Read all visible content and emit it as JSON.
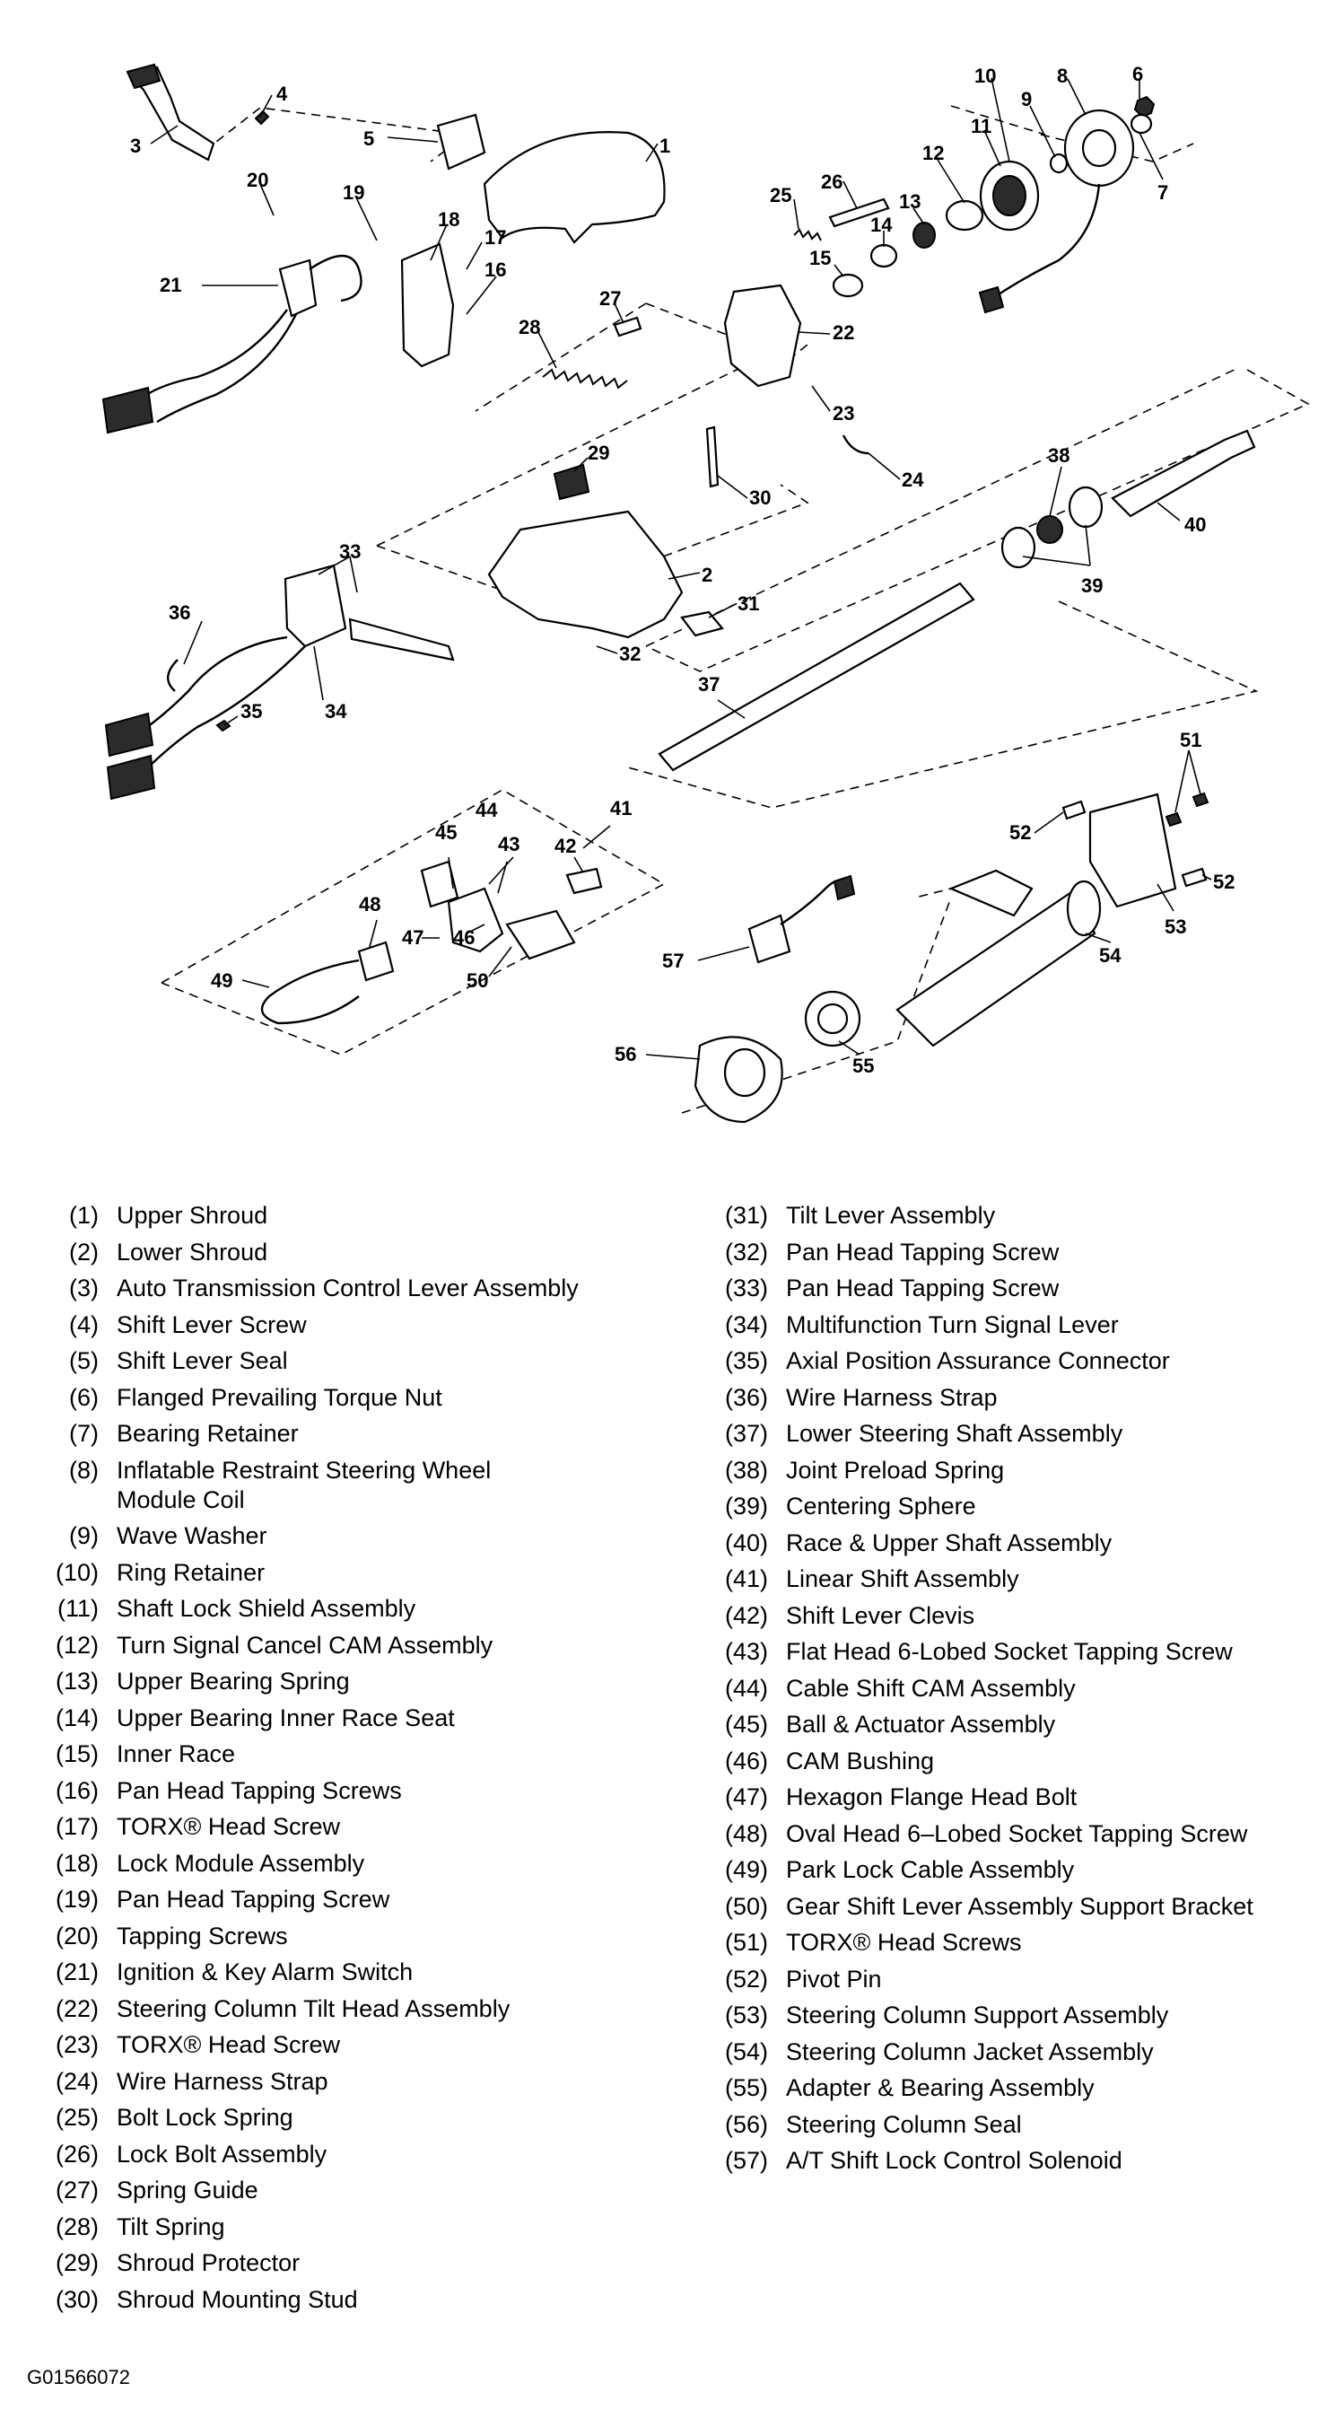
{
  "figure_code": "G01566072",
  "callouts": [
    "1",
    "2",
    "3",
    "4",
    "5",
    "6",
    "7",
    "8",
    "9",
    "10",
    "11",
    "12",
    "13",
    "14",
    "15",
    "16",
    "17",
    "18",
    "19",
    "20",
    "21",
    "22",
    "23",
    "24",
    "25",
    "26",
    "27",
    "28",
    "29",
    "30",
    "31",
    "32",
    "33",
    "34",
    "35",
    "36",
    "37",
    "38",
    "39",
    "40",
    "41",
    "42",
    "43",
    "44",
    "45",
    "46",
    "47",
    "48",
    "49",
    "50",
    "51",
    "52",
    "52",
    "53",
    "54",
    "55",
    "56",
    "57"
  ],
  "legend": {
    "left": [
      {
        "num": "(1)",
        "label": "Upper Shroud"
      },
      {
        "num": "(2)",
        "label": "Lower Shroud"
      },
      {
        "num": "(3)",
        "label": "Auto Transmission Control Lever Assembly"
      },
      {
        "num": "(4)",
        "label": "Shift Lever Screw"
      },
      {
        "num": "(5)",
        "label": "Shift Lever Seal"
      },
      {
        "num": "(6)",
        "label": "Flanged Prevailing Torque Nut"
      },
      {
        "num": "(7)",
        "label": "Bearing Retainer"
      },
      {
        "num": "(8)",
        "label": "Inflatable Restraint Steering Wheel\nModule Coil"
      },
      {
        "num": "(9)",
        "label": "Wave Washer"
      },
      {
        "num": "(10)",
        "label": "Ring Retainer"
      },
      {
        "num": "(11)",
        "label": "Shaft Lock Shield Assembly"
      },
      {
        "num": "(12)",
        "label": "Turn Signal Cancel CAM Assembly"
      },
      {
        "num": "(13)",
        "label": "Upper Bearing Spring"
      },
      {
        "num": "(14)",
        "label": "Upper Bearing Inner Race Seat"
      },
      {
        "num": "(15)",
        "label": "Inner Race"
      },
      {
        "num": "(16)",
        "label": "Pan Head Tapping Screws"
      },
      {
        "num": "(17)",
        "label": "TORX® Head Screw"
      },
      {
        "num": "(18)",
        "label": "Lock Module Assembly"
      },
      {
        "num": "(19)",
        "label": "Pan Head Tapping Screw"
      },
      {
        "num": "(20)",
        "label": "Tapping Screws"
      },
      {
        "num": "(21)",
        "label": "Ignition & Key Alarm Switch"
      },
      {
        "num": "(22)",
        "label": "Steering Column Tilt Head Assembly"
      },
      {
        "num": "(23)",
        "label": "TORX® Head Screw"
      },
      {
        "num": "(24)",
        "label": "Wire Harness Strap"
      },
      {
        "num": "(25)",
        "label": "Bolt Lock Spring"
      },
      {
        "num": "(26)",
        "label": "Lock Bolt Assembly"
      },
      {
        "num": "(27)",
        "label": "Spring Guide"
      },
      {
        "num": "(28)",
        "label": "Tilt Spring"
      },
      {
        "num": "(29)",
        "label": "Shroud Protector"
      },
      {
        "num": "(30)",
        "label": "Shroud Mounting Stud"
      }
    ],
    "right": [
      {
        "num": "(31)",
        "label": "Tilt Lever Assembly"
      },
      {
        "num": "(32)",
        "label": "Pan Head Tapping Screw"
      },
      {
        "num": "(33)",
        "label": "Pan Head Tapping Screw"
      },
      {
        "num": "(34)",
        "label": "Multifunction Turn Signal Lever"
      },
      {
        "num": "(35)",
        "label": "Axial Position Assurance Connector"
      },
      {
        "num": "(36)",
        "label": "Wire Harness Strap"
      },
      {
        "num": "(37)",
        "label": "Lower Steering Shaft Assembly"
      },
      {
        "num": "(38)",
        "label": "Joint Preload Spring"
      },
      {
        "num": "(39)",
        "label": "Centering Sphere"
      },
      {
        "num": "(40)",
        "label": "Race & Upper Shaft Assembly"
      },
      {
        "num": "(41)",
        "label": "Linear Shift Assembly"
      },
      {
        "num": "(42)",
        "label": "Shift Lever Clevis"
      },
      {
        "num": "(43)",
        "label": "Flat Head 6-Lobed Socket Tapping Screw"
      },
      {
        "num": "(44)",
        "label": "Cable Shift CAM Assembly"
      },
      {
        "num": "(45)",
        "label": "Ball & Actuator Assembly"
      },
      {
        "num": "(46)",
        "label": "CAM Bushing"
      },
      {
        "num": "(47)",
        "label": "Hexagon Flange Head Bolt"
      },
      {
        "num": "(48)",
        "label": "Oval Head 6–Lobed Socket Tapping Screw"
      },
      {
        "num": "(49)",
        "label": "Park Lock Cable Assembly"
      },
      {
        "num": "(50)",
        "label": "Gear Shift Lever Assembly Support Bracket"
      },
      {
        "num": "(51)",
        "label": "TORX® Head Screws"
      },
      {
        "num": "(52)",
        "label": "Pivot Pin"
      },
      {
        "num": "(53)",
        "label": "Steering Column Support Assembly"
      },
      {
        "num": "(54)",
        "label": "Steering Column Jacket Assembly"
      },
      {
        "num": "(55)",
        "label": "Adapter & Bearing Assembly"
      },
      {
        "num": "(56)",
        "label": "Steering Column Seal"
      },
      {
        "num": "(57)",
        "label": "A/T Shift Lock Control Solenoid"
      }
    ]
  }
}
